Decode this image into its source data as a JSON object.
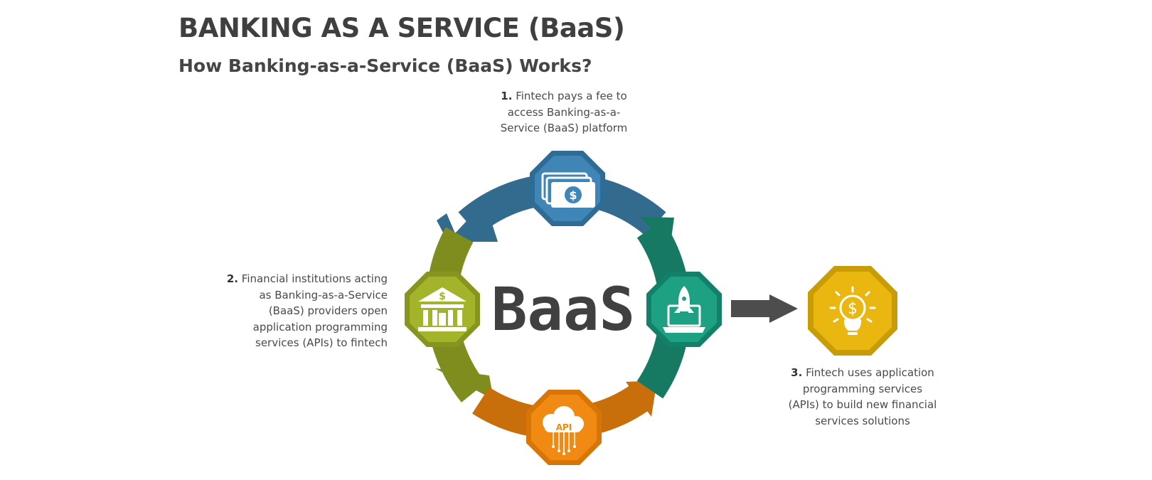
{
  "header": {
    "title": "BANKING AS A SERVICE (BaaS)",
    "subtitle": "How Banking-as-a-Service (BaaS) Works?"
  },
  "center": {
    "label": "BaaS"
  },
  "steps": [
    {
      "number": "1.",
      "text": "Fintech pays a fee to access Banking-as-a-Service (BaaS) platform",
      "lines": [
        "Fintech pays a fee to",
        "access Banking-as-a-",
        "Service (BaaS) platform"
      ]
    },
    {
      "number": "2.",
      "text": "Financial institutions acting as Banking-as-a-Service (BaaS) providers open application programming services (APIs) to fintech",
      "lines": [
        "Financial institutions acting",
        "as Banking-as-a-Service",
        "(BaaS) providers open",
        "application programming",
        "services (APIs) to fintech"
      ]
    },
    {
      "number": "3.",
      "text": "Fintech uses application programming services (APIs) to build new financial services solutions",
      "lines": [
        "Fintech uses application",
        "programming services",
        "(APIs) to build new financial",
        "services solutions"
      ]
    }
  ],
  "nodes": [
    {
      "icon": "money-icon",
      "color": "#3f86b6"
    },
    {
      "icon": "bank-icon",
      "color": "#a4b42a"
    },
    {
      "icon": "api-cloud-icon",
      "color": "#f08a12",
      "label": "API"
    },
    {
      "icon": "rocket-laptop-icon",
      "color": "#1ea083"
    },
    {
      "icon": "dollar-bulb-icon",
      "color": "#e9b710"
    }
  ],
  "colors": {
    "arc_blue": "#336b8f",
    "arc_olive": "#7f8c1e",
    "arc_orange": "#c86e0a",
    "arc_teal": "#167a62",
    "arrow": "#4d4d4d"
  }
}
